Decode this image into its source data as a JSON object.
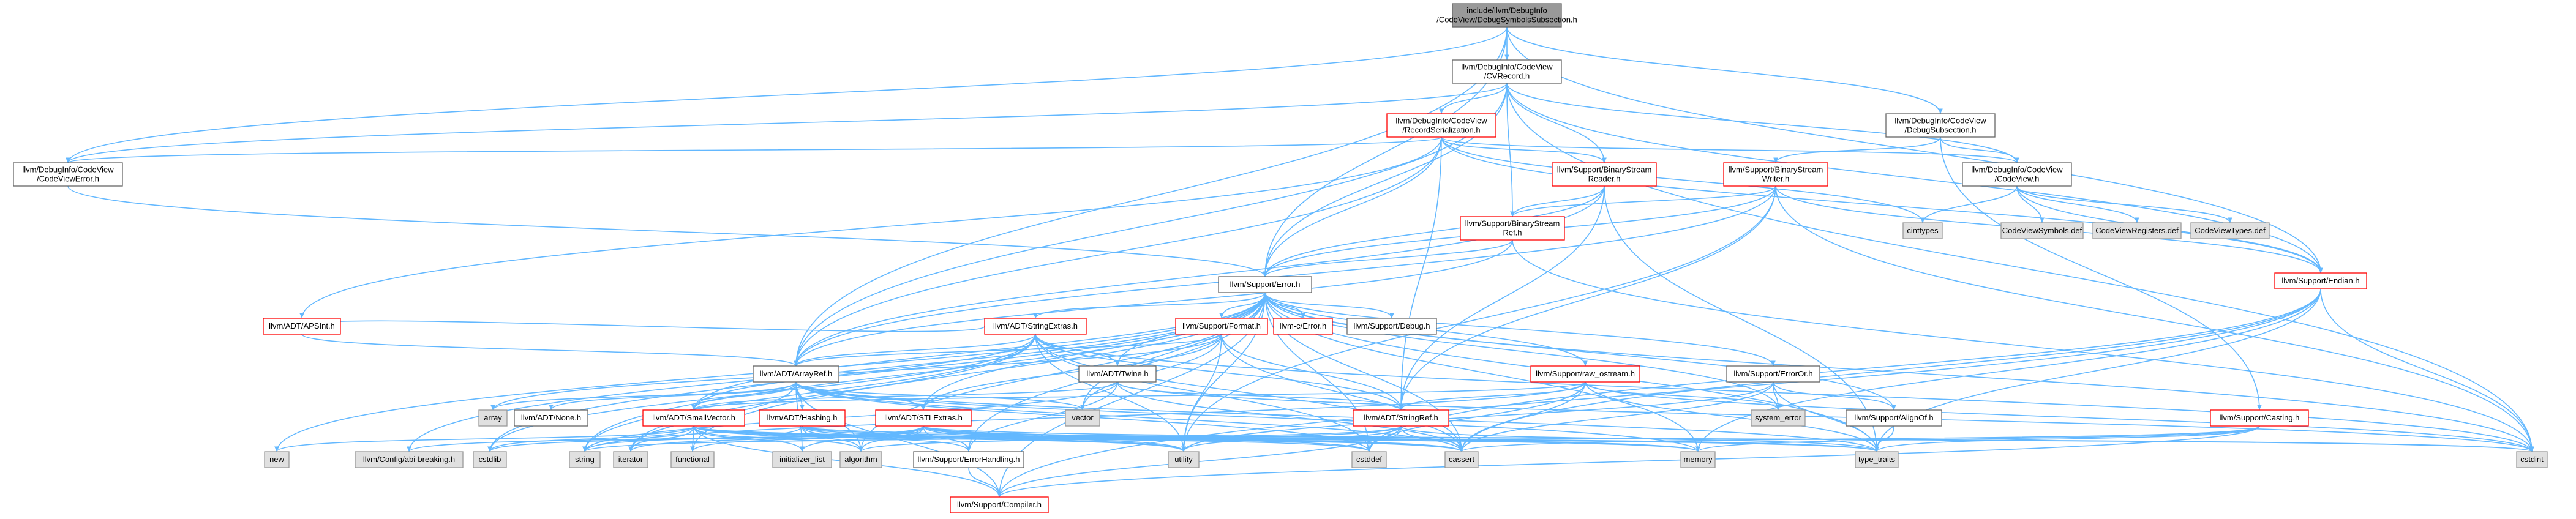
{
  "graph": {
    "colors": {
      "root_fill": "#999999",
      "root_border": "#666666",
      "node_fill": "#ffffff",
      "node_border_normal": "#666666",
      "node_border_truncated": "#ff0000",
      "external_fill": "#e0e0e0",
      "external_border": "#999999",
      "edge": "#63b8ff"
    },
    "nodes": [
      {
        "id": "root",
        "kind": "root",
        "lines": [
          "include/llvm/DebugInfo",
          "/CodeView/DebugSymbolsSubsection.h"
        ]
      },
      {
        "id": "cvrecord",
        "kind": "normal",
        "lines": [
          "llvm/DebugInfo/CodeView",
          "/CVRecord.h"
        ]
      },
      {
        "id": "recser",
        "kind": "truncated",
        "lines": [
          "llvm/DebugInfo/CodeView",
          "/RecordSerialization.h"
        ]
      },
      {
        "id": "debugsub",
        "kind": "normal",
        "lines": [
          "llvm/DebugInfo/CodeView",
          "/DebugSubsection.h"
        ]
      },
      {
        "id": "cverror",
        "kind": "normal",
        "lines": [
          "llvm/DebugInfo/CodeView",
          "/CodeViewError.h"
        ]
      },
      {
        "id": "bsreader",
        "kind": "truncated",
        "lines": [
          "llvm/Support/BinaryStream",
          "Reader.h"
        ]
      },
      {
        "id": "bswriter",
        "kind": "truncated",
        "lines": [
          "llvm/Support/BinaryStream",
          "Writer.h"
        ]
      },
      {
        "id": "codeview",
        "kind": "normal",
        "lines": [
          "llvm/DebugInfo/CodeView",
          "/CodeView.h"
        ]
      },
      {
        "id": "bsref",
        "kind": "truncated",
        "lines": [
          "llvm/Support/BinaryStream",
          "Ref.h"
        ]
      },
      {
        "id": "cinttypes",
        "kind": "external",
        "lines": [
          "cinttypes"
        ]
      },
      {
        "id": "cvsymbols",
        "kind": "external",
        "lines": [
          "CodeViewSymbols.def"
        ]
      },
      {
        "id": "cvregs",
        "kind": "external",
        "lines": [
          "CodeViewRegisters.def"
        ]
      },
      {
        "id": "cvtypes",
        "kind": "external",
        "lines": [
          "CodeViewTypes.def"
        ]
      },
      {
        "id": "error",
        "kind": "normal",
        "lines": [
          "llvm/Support/Error.h"
        ]
      },
      {
        "id": "endian",
        "kind": "truncated",
        "lines": [
          "llvm/Support/Endian.h"
        ]
      },
      {
        "id": "stringextras",
        "kind": "truncated",
        "lines": [
          "llvm/ADT/StringExtras.h"
        ]
      },
      {
        "id": "format",
        "kind": "truncated",
        "lines": [
          "llvm/Support/Format.h"
        ]
      },
      {
        "id": "cerror",
        "kind": "truncated",
        "lines": [
          "llvm-c/Error.h"
        ]
      },
      {
        "id": "debug",
        "kind": "normal",
        "lines": [
          "llvm/Support/Debug.h"
        ]
      },
      {
        "id": "apsint",
        "kind": "truncated",
        "lines": [
          "llvm/ADT/APSInt.h"
        ]
      },
      {
        "id": "twine",
        "kind": "normal",
        "lines": [
          "llvm/ADT/Twine.h"
        ]
      },
      {
        "id": "arrayref",
        "kind": "normal",
        "lines": [
          "llvm/ADT/ArrayRef.h"
        ]
      },
      {
        "id": "rawostream",
        "kind": "truncated",
        "lines": [
          "llvm/Support/raw_ostream.h"
        ]
      },
      {
        "id": "erroror",
        "kind": "normal",
        "lines": [
          "llvm/Support/ErrorOr.h"
        ]
      },
      {
        "id": "array",
        "kind": "external",
        "lines": [
          "array"
        ]
      },
      {
        "id": "none",
        "kind": "normal",
        "lines": [
          "llvm/ADT/None.h"
        ]
      },
      {
        "id": "vector",
        "kind": "external",
        "lines": [
          "vector"
        ]
      },
      {
        "id": "systemerror",
        "kind": "external",
        "lines": [
          "system_error"
        ]
      },
      {
        "id": "alignof",
        "kind": "normal",
        "lines": [
          "llvm/Support/AlignOf.h"
        ]
      },
      {
        "id": "smallvector",
        "kind": "truncated",
        "lines": [
          "llvm/ADT/SmallVector.h"
        ]
      },
      {
        "id": "hashing",
        "kind": "truncated",
        "lines": [
          "llvm/ADT/Hashing.h"
        ]
      },
      {
        "id": "stlextras",
        "kind": "truncated",
        "lines": [
          "llvm/ADT/STLExtras.h"
        ]
      },
      {
        "id": "stringref",
        "kind": "truncated",
        "lines": [
          "llvm/ADT/StringRef.h"
        ]
      },
      {
        "id": "casting",
        "kind": "truncated",
        "lines": [
          "llvm/Support/Casting.h"
        ]
      },
      {
        "id": "new",
        "kind": "external",
        "lines": [
          "new"
        ]
      },
      {
        "id": "configabi",
        "kind": "external",
        "lines": [
          "llvm/Config/abi-breaking.h"
        ]
      },
      {
        "id": "cstdlib",
        "kind": "external",
        "lines": [
          "cstdlib"
        ]
      },
      {
        "id": "string",
        "kind": "external",
        "lines": [
          "string"
        ]
      },
      {
        "id": "iterator",
        "kind": "external",
        "lines": [
          "iterator"
        ]
      },
      {
        "id": "functional",
        "kind": "external",
        "lines": [
          "functional"
        ]
      },
      {
        "id": "initlist",
        "kind": "external",
        "lines": [
          "initializer_list"
        ]
      },
      {
        "id": "algorithm",
        "kind": "external",
        "lines": [
          "algorithm"
        ]
      },
      {
        "id": "errhandling",
        "kind": "normal",
        "lines": [
          "llvm/Support/ErrorHandling.h"
        ]
      },
      {
        "id": "utility",
        "kind": "external",
        "lines": [
          "utility"
        ]
      },
      {
        "id": "cstddef",
        "kind": "external",
        "lines": [
          "cstddef"
        ]
      },
      {
        "id": "cassert",
        "kind": "external",
        "lines": [
          "cassert"
        ]
      },
      {
        "id": "memory",
        "kind": "external",
        "lines": [
          "memory"
        ]
      },
      {
        "id": "typetraits",
        "kind": "external",
        "lines": [
          "type_traits"
        ]
      },
      {
        "id": "cstdint",
        "kind": "external",
        "lines": [
          "cstdint"
        ]
      },
      {
        "id": "compiler",
        "kind": "truncated",
        "lines": [
          "llvm/Support/Compiler.h"
        ]
      }
    ],
    "edges": [
      [
        "root",
        "cvrecord"
      ],
      [
        "root",
        "debugsub"
      ],
      [
        "root",
        "cverror"
      ],
      [
        "root",
        "error"
      ],
      [
        "root",
        "endian"
      ],
      [
        "root",
        "arrayref"
      ],
      [
        "cvrecord",
        "recser"
      ],
      [
        "cvrecord",
        "bsreader"
      ],
      [
        "cvrecord",
        "bsref"
      ],
      [
        "cvrecord",
        "codeview"
      ],
      [
        "cvrecord",
        "error"
      ],
      [
        "cvrecord",
        "arrayref"
      ],
      [
        "cvrecord",
        "cstdint"
      ],
      [
        "cvrecord",
        "endian"
      ],
      [
        "cvrecord",
        "cverror"
      ],
      [
        "recser",
        "codeview"
      ],
      [
        "recser",
        "bsreader"
      ],
      [
        "recser",
        "cinttypes"
      ],
      [
        "recser",
        "apsint"
      ],
      [
        "recser",
        "arrayref"
      ],
      [
        "recser",
        "stringref"
      ],
      [
        "recser",
        "error"
      ],
      [
        "recser",
        "endian"
      ],
      [
        "recser",
        "cverror"
      ],
      [
        "debugsub",
        "codeview"
      ],
      [
        "debugsub",
        "bswriter"
      ],
      [
        "debugsub",
        "casting"
      ],
      [
        "cverror",
        "error"
      ],
      [
        "bsreader",
        "bsref"
      ],
      [
        "bsreader",
        "error"
      ],
      [
        "bsreader",
        "arrayref"
      ],
      [
        "bsreader",
        "stringref"
      ],
      [
        "bsreader",
        "typetraits"
      ],
      [
        "bswriter",
        "bsref"
      ],
      [
        "bswriter",
        "error"
      ],
      [
        "bswriter",
        "arrayref"
      ],
      [
        "bswriter",
        "stringref"
      ],
      [
        "bswriter",
        "endian"
      ],
      [
        "bswriter",
        "cstdint"
      ],
      [
        "bswriter",
        "utility"
      ],
      [
        "codeview",
        "cinttypes"
      ],
      [
        "codeview",
        "cvsymbols"
      ],
      [
        "codeview",
        "cvregs"
      ],
      [
        "codeview",
        "cvtypes"
      ],
      [
        "codeview",
        "endian"
      ],
      [
        "bsref",
        "error"
      ],
      [
        "bsref",
        "arrayref"
      ],
      [
        "bsref",
        "cstdint"
      ],
      [
        "error",
        "stringextras"
      ],
      [
        "error",
        "format"
      ],
      [
        "error",
        "cerror"
      ],
      [
        "error",
        "debug"
      ],
      [
        "error",
        "twine"
      ],
      [
        "error",
        "rawostream"
      ],
      [
        "error",
        "erroror"
      ],
      [
        "error",
        "alignof"
      ],
      [
        "error",
        "compiler"
      ],
      [
        "error",
        "errhandling"
      ],
      [
        "error",
        "smallvector"
      ],
      [
        "error",
        "stlextras"
      ],
      [
        "error",
        "cassert"
      ],
      [
        "error",
        "cstdint"
      ],
      [
        "error",
        "memory"
      ],
      [
        "error",
        "string"
      ],
      [
        "error",
        "systemerror"
      ],
      [
        "error",
        "typetraits"
      ],
      [
        "error",
        "utility"
      ],
      [
        "error",
        "vector"
      ],
      [
        "error",
        "new"
      ],
      [
        "error",
        "configabi"
      ],
      [
        "error",
        "cstdlib"
      ],
      [
        "error",
        "functional"
      ],
      [
        "error",
        "algorithm"
      ],
      [
        "error",
        "cstddef"
      ],
      [
        "stringextras",
        "arrayref"
      ],
      [
        "stringextras",
        "smallvector"
      ],
      [
        "stringextras",
        "stringref"
      ],
      [
        "stringextras",
        "twine"
      ],
      [
        "stringextras",
        "iterator"
      ],
      [
        "stringextras",
        "string"
      ],
      [
        "stringextras",
        "utility"
      ],
      [
        "stringextras",
        "cstddef"
      ],
      [
        "stringextras",
        "cstdint"
      ],
      [
        "stringextras",
        "cstdlib"
      ],
      [
        "stringextras",
        "cassert"
      ],
      [
        "stringextras",
        "apsint"
      ],
      [
        "format",
        "arrayref"
      ],
      [
        "format",
        "stringref"
      ],
      [
        "format",
        "stlextras"
      ],
      [
        "format",
        "cassert"
      ],
      [
        "format",
        "utility"
      ],
      [
        "format",
        "array"
      ],
      [
        "format",
        "vector"
      ],
      [
        "twine",
        "smallvector"
      ],
      [
        "twine",
        "stringref"
      ],
      [
        "twine",
        "errhandling"
      ],
      [
        "twine",
        "cassert"
      ],
      [
        "twine",
        "cstdint"
      ],
      [
        "twine",
        "string"
      ],
      [
        "apsint",
        "arrayref"
      ],
      [
        "arrayref",
        "hashing"
      ],
      [
        "arrayref",
        "none"
      ],
      [
        "arrayref",
        "smallvector"
      ],
      [
        "arrayref",
        "stlextras"
      ],
      [
        "arrayref",
        "compiler"
      ],
      [
        "arrayref",
        "algorithm"
      ],
      [
        "arrayref",
        "array"
      ],
      [
        "arrayref",
        "cassert"
      ],
      [
        "arrayref",
        "cstddef"
      ],
      [
        "arrayref",
        "initlist"
      ],
      [
        "arrayref",
        "iterator"
      ],
      [
        "arrayref",
        "memory"
      ],
      [
        "arrayref",
        "typetraits"
      ],
      [
        "arrayref",
        "vector"
      ],
      [
        "rawostream",
        "stringref"
      ],
      [
        "rawostream",
        "cassert"
      ],
      [
        "rawostream",
        "cstddef"
      ],
      [
        "rawostream",
        "cstdint"
      ],
      [
        "rawostream",
        "string"
      ],
      [
        "rawostream",
        "systemerror"
      ],
      [
        "rawostream",
        "typetraits"
      ],
      [
        "rawostream",
        "smallvector"
      ],
      [
        "erroror",
        "alignof"
      ],
      [
        "erroror",
        "cassert"
      ],
      [
        "erroror",
        "systemerror"
      ],
      [
        "erroror",
        "typetraits"
      ],
      [
        "erroror",
        "utility"
      ],
      [
        "alignof",
        "typetraits"
      ],
      [
        "smallvector",
        "compiler"
      ],
      [
        "smallvector",
        "algorithm"
      ],
      [
        "smallvector",
        "cassert"
      ],
      [
        "smallvector",
        "cstddef"
      ],
      [
        "smallvector",
        "cstdlib"
      ],
      [
        "smallvector",
        "cstring"
      ],
      [
        "smallvector",
        "functional"
      ],
      [
        "smallvector",
        "initlist"
      ],
      [
        "smallvector",
        "iterator"
      ],
      [
        "smallvector",
        "limits"
      ],
      [
        "smallvector",
        "memory"
      ],
      [
        "smallvector",
        "new"
      ],
      [
        "smallvector",
        "typetraits"
      ],
      [
        "smallvector",
        "utility"
      ],
      [
        "hashing",
        "errhandling"
      ],
      [
        "hashing",
        "algorithm"
      ],
      [
        "hashing",
        "cassert"
      ],
      [
        "hashing",
        "cstring"
      ],
      [
        "hashing",
        "string"
      ],
      [
        "hashing",
        "typetraits"
      ],
      [
        "hashing",
        "utility"
      ],
      [
        "hashing",
        "cstdint"
      ],
      [
        "stlextras",
        "configabi"
      ],
      [
        "stlextras",
        "errhandling"
      ],
      [
        "stlextras",
        "algorithm"
      ],
      [
        "stlextras",
        "cassert"
      ],
      [
        "stlextras",
        "cstddef"
      ],
      [
        "stlextras",
        "cstdint"
      ],
      [
        "stlextras",
        "cstdlib"
      ],
      [
        "stlextras",
        "functional"
      ],
      [
        "stlextras",
        "initlist"
      ],
      [
        "stlextras",
        "iterator"
      ],
      [
        "stlextras",
        "memory"
      ],
      [
        "stlextras",
        "typetraits"
      ],
      [
        "stlextras",
        "utility"
      ],
      [
        "stringref",
        "compiler"
      ],
      [
        "stringref",
        "algorithm"
      ],
      [
        "stringref",
        "cassert"
      ],
      [
        "stringref",
        "cstddef"
      ],
      [
        "stringref",
        "cstring"
      ],
      [
        "stringref",
        "limits"
      ],
      [
        "stringref",
        "string"
      ],
      [
        "stringref",
        "typetraits"
      ],
      [
        "stringref",
        "utility"
      ],
      [
        "casting",
        "compiler"
      ],
      [
        "casting",
        "cassert"
      ],
      [
        "casting",
        "memory"
      ],
      [
        "casting",
        "typetraits"
      ],
      [
        "endian",
        "compiler"
      ],
      [
        "endian",
        "cassert"
      ],
      [
        "endian",
        "cstddef"
      ],
      [
        "endian",
        "cstdint"
      ],
      [
        "endian",
        "typetraits"
      ],
      [
        "endian",
        "memory"
      ],
      [
        "errhandling",
        "compiler"
      ]
    ]
  }
}
